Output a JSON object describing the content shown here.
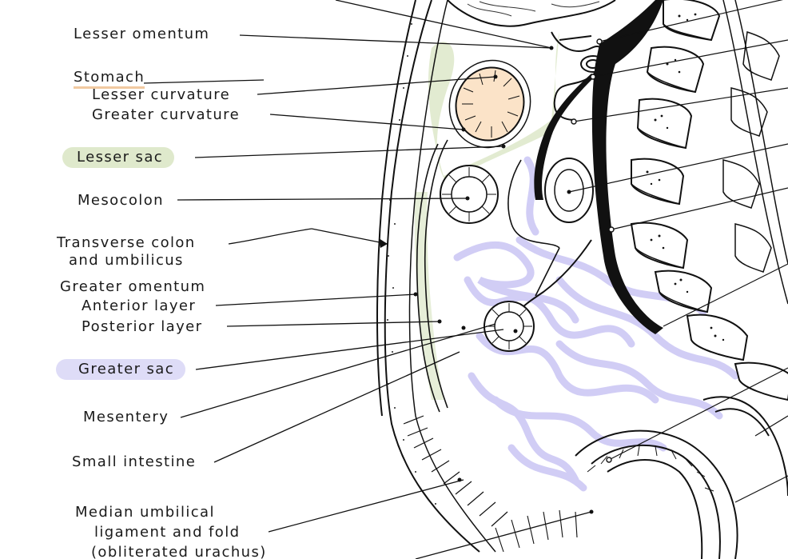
{
  "labels": {
    "lesser_omentum": "Lesser omentum",
    "stomach": "Stomach",
    "lesser_curvature": "Lesser curvature",
    "greater_curvature": "Greater curvature",
    "lesser_sac": "Lesser sac",
    "mesocolon": "Mesocolon",
    "transverse_colon_1": "Transverse colon",
    "transverse_colon_2": "and umbilicus",
    "greater_omentum": "Greater omentum",
    "anterior_layer": "Anterior layer",
    "posterior_layer": "Posterior layer",
    "greater_sac": "Greater sac",
    "mesentery": "Mesentery",
    "small_intestine": "Small intestine",
    "median_1": "Median umbilical",
    "median_2": "ligament and fold",
    "median_3": "(obliterated urachus)"
  },
  "colors": {
    "lesser_sac_highlight": "#dfe9cc",
    "greater_sac_highlight": "#dedcf7",
    "stomach_underline": "#f1c9a0",
    "stomach_fill": "#fbe3c8",
    "lesser_sac_shading": "#dfe9cc",
    "greater_sac_shading": "#cfcbf5",
    "ink": "#111111"
  }
}
